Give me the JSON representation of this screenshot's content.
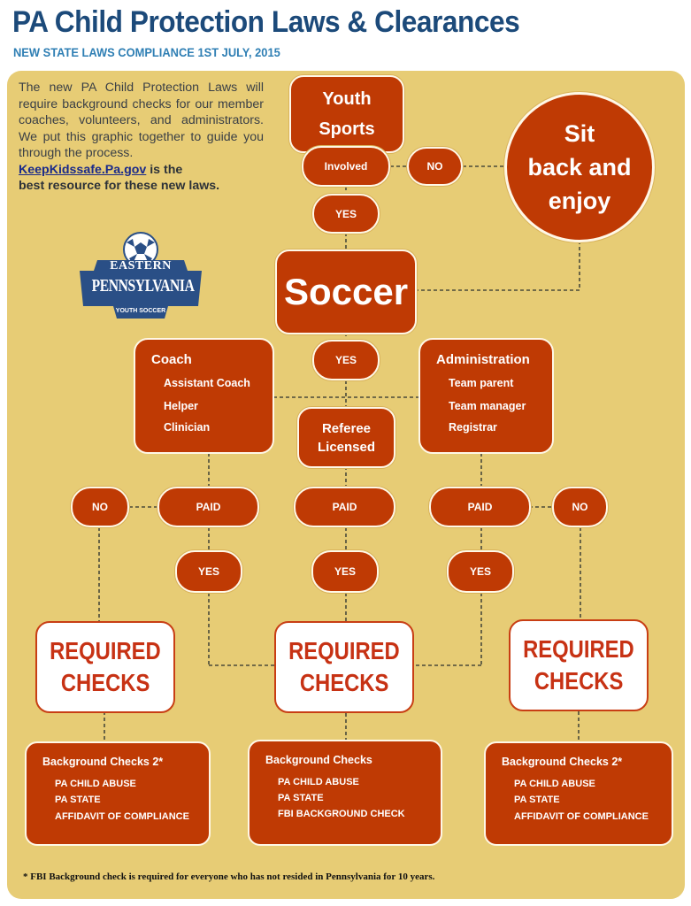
{
  "header": {
    "title": "PA Child Protection Laws & Clearances",
    "subtitle": "NEW STATE LAWS COMPLIANCE 1ST JULY, 2015"
  },
  "intro": {
    "paragraph": "The new PA Child Protection Laws will require background checks for our member coaches, volunteers, and administrators. We put this graphic together to guide you through the process.",
    "link_text": "KeepKidssafe.Pa.gov",
    "link_suffix": " is the",
    "resource_line": "best resource for these new laws."
  },
  "logo": {
    "icon": "soccer-ball-icon",
    "line1": "EASTERN",
    "line2": "PENNSYLVANIA",
    "line3": "YOUTH SOCCER"
  },
  "flow": {
    "youth_sports": [
      "Youth",
      "Sports"
    ],
    "involved": "Involved",
    "no_top": "NO",
    "sit_back": [
      "Sit",
      "back and",
      "enjoy"
    ],
    "yes_top": "YES",
    "soccer": "Soccer",
    "yes_mid": "YES",
    "coach": {
      "title": "Coach",
      "items": [
        "Assistant Coach",
        "Helper",
        "Clinician"
      ]
    },
    "administration": {
      "title": "Administration",
      "items": [
        "Team parent",
        "Team manager",
        "Registrar"
      ]
    },
    "referee": [
      "Referee",
      "Licensed"
    ],
    "paid_labels": [
      "PAID",
      "PAID",
      "PAID"
    ],
    "no_left": "NO",
    "no_right": "NO",
    "yes_labels": [
      "YES",
      "YES",
      "YES"
    ],
    "required_checks": [
      [
        "REQUIRED",
        "CHECKS"
      ],
      [
        "REQUIRED",
        "CHECKS"
      ],
      [
        "REQUIRED",
        "CHECKS"
      ]
    ],
    "background": [
      {
        "title": "Background Checks 2*",
        "items": [
          "PA CHILD ABUSE",
          "PA STATE",
          "AFFIDAVIT OF COMPLIANCE"
        ]
      },
      {
        "title": "Background Checks",
        "items": [
          "PA CHILD ABUSE",
          "PA STATE",
          "FBI BACKGROUND CHECK"
        ]
      },
      {
        "title": "Background Checks 2*",
        "items": [
          "PA CHILD ABUSE",
          "PA STATE",
          "AFFIDAVIT OF COMPLIANCE"
        ]
      }
    ]
  },
  "footnote": "* FBI Background check is required for everyone who has not resided in Pennsylvania for 10 years.",
  "colors": {
    "title_blue": "#1c4a7a",
    "subtitle_blue": "#2f7fb4",
    "panel_gold": "#e7cc75",
    "node_red": "#bf3a04",
    "required_red": "#c73214"
  }
}
